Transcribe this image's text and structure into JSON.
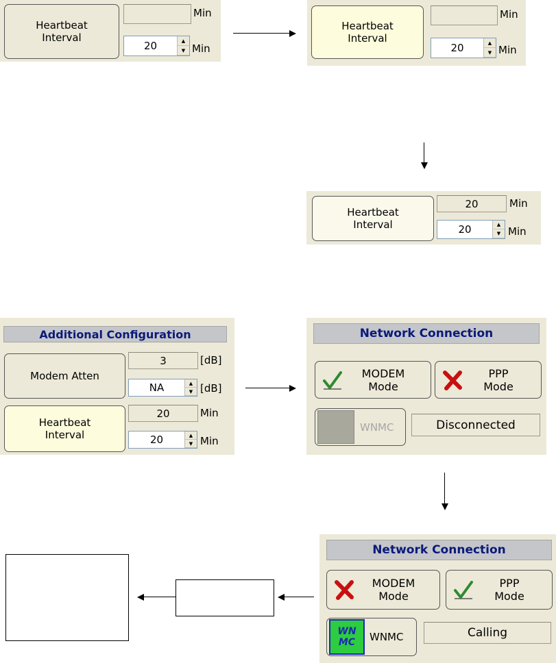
{
  "heartbeat1": {
    "label": "Heartbeat\nInterval",
    "current": "",
    "unit_top": "Min",
    "spin_value": "20",
    "unit_bottom": "Min"
  },
  "heartbeat2": {
    "label": "Heartbeat\nInterval",
    "current": "",
    "unit_top": "Min",
    "spin_value": "20",
    "unit_bottom": "Min"
  },
  "heartbeat3": {
    "label": "Heartbeat\nInterval",
    "current": "20",
    "unit_top": "Min",
    "spin_value": "20",
    "unit_bottom": "Min"
  },
  "additional": {
    "header": "Additional Configuration",
    "modem_atten": {
      "label": "Modem Atten",
      "current": "3",
      "unit_top": "[dB]",
      "spin_value": "NA",
      "unit_bottom": "[dB]"
    },
    "heartbeat": {
      "label": "Heartbeat\nInterval",
      "current": "20",
      "unit_top": "Min",
      "spin_value": "20",
      "unit_bottom": "Min"
    }
  },
  "network1": {
    "header": "Network Connection",
    "modem_label": "MODEM\nMode",
    "ppp_label": "PPP\nMode",
    "wnmc_label": "WNMC",
    "status": "Disconnected"
  },
  "network2": {
    "header": "Network Connection",
    "modem_label": "MODEM\nMode",
    "ppp_label": "PPP\nMode",
    "wnmc_icon_text": "WN\nMC",
    "wnmc_label": "WNMC",
    "status": "Calling"
  },
  "colors": {
    "panel": "#ece9d8",
    "highlight": "#fdfcdc",
    "header_text": "#0a1a7a",
    "header_bg": "#c5c6ca",
    "wnmc_active": "#2ecc40",
    "check": "#2e8b2e",
    "cross": "#c81010"
  }
}
